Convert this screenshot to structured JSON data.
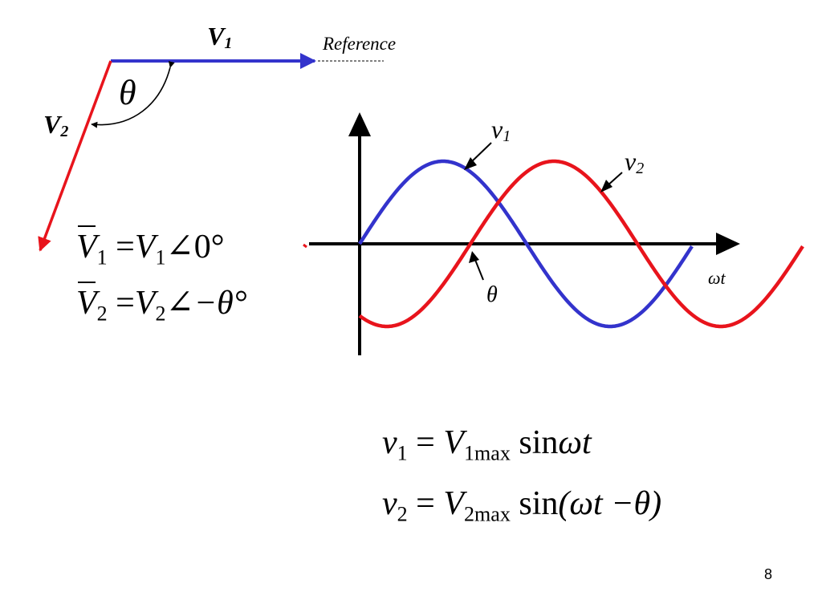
{
  "phasor_diagram": {
    "labels": {
      "v1_main": "V",
      "v1_sub": "1",
      "v2_main": "V",
      "v2_sub": "2",
      "reference": "Reference",
      "angle": "θ"
    },
    "colors": {
      "v1": "#3333cc",
      "v2": "#e8141c"
    }
  },
  "waveform": {
    "labels": {
      "v1_main": "v",
      "v1_sub": "1",
      "v2_main": "v",
      "v2_sub": "2",
      "theta": "θ",
      "axis": "ωt"
    }
  },
  "equations": {
    "phasor_1": {
      "lhs_main": "V",
      "lhs_sub": "1",
      "eq": "=",
      "rhs_main": "V",
      "rhs_sub": "1",
      "rhs_angle": "∠0°"
    },
    "phasor_2": {
      "lhs_main": "V",
      "lhs_sub": "2",
      "eq": "=",
      "rhs_main": "V",
      "rhs_sub": "2",
      "rhs_angle": "∠−θ°"
    },
    "v1": {
      "lhs_main": "v",
      "lhs_sub": "1",
      "eq": "=",
      "rhs_main": "V",
      "rhs_sub": "1max",
      "fn": "sin",
      "arg": "ωt"
    },
    "v2": {
      "lhs_main": "v",
      "lhs_sub": "2",
      "eq": "=",
      "rhs_main": "V",
      "rhs_sub": "2max",
      "fn": "sin",
      "arg": "(ωt −θ)"
    }
  },
  "page_number": "8"
}
